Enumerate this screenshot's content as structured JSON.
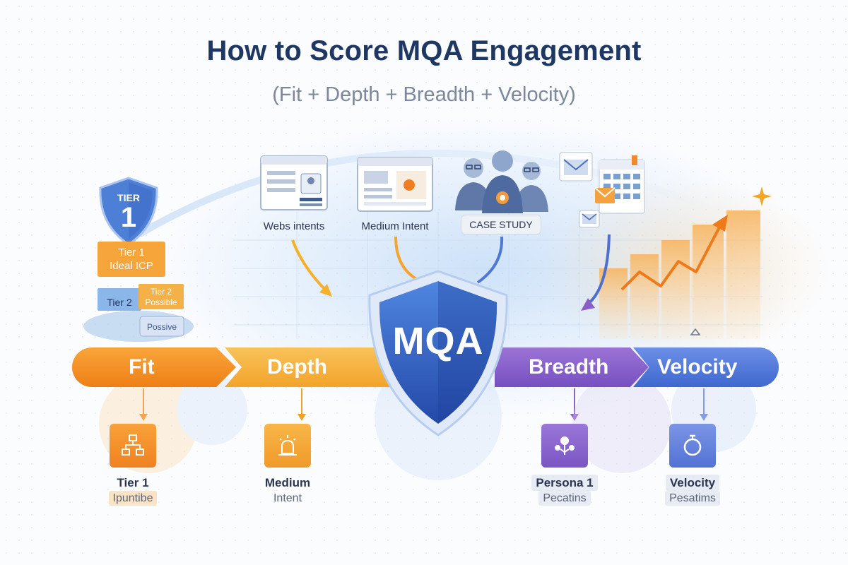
{
  "header": {
    "title": "How to Score MQA Engagement",
    "subtitle": "(Fit + Depth + Breadth + Velocity)"
  },
  "center": {
    "label": "MQA"
  },
  "ribbon": {
    "fit": "Fit",
    "depth": "Depth",
    "breadth": "Breadth",
    "velocity": "Velocity"
  },
  "tier_stack": {
    "shield_word": "TIER",
    "shield_number": "1",
    "tier1_line1": "Tier 1",
    "tier1_line2": "Ideal ICP",
    "tier2_left": "Tier 2",
    "tier2_right_line1": "Tier 2",
    "tier2_right_line2": "Possible",
    "base": "Possive"
  },
  "top_icons": {
    "web_label": "Webs intents",
    "medium_label": "Medium Intent",
    "case_label": "CASE STUDY"
  },
  "cards": [
    {
      "line1": "Tier 1",
      "line2": "Ipuntibe"
    },
    {
      "line1": "Medium",
      "line2": "Intent"
    },
    {
      "line1": "Persona 1",
      "line2": "Pecatins"
    },
    {
      "line1": "Velocity",
      "line2": "Pesatims"
    }
  ],
  "colors": {
    "orange": "#f0841c",
    "gold": "#f4a82e",
    "purple": "#7b55c4",
    "blue": "#4a6fd2",
    "navy": "#1f3763"
  }
}
